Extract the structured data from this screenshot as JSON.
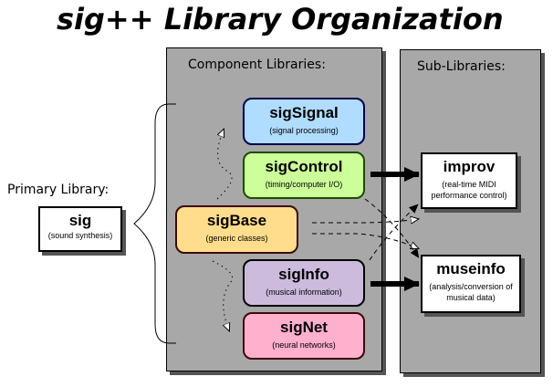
{
  "title": "sig++ Library Organization",
  "primary": {
    "label": "Primary Library:",
    "box": {
      "name": "sig",
      "desc": "(sound synthesis)"
    }
  },
  "component_panel": {
    "label": "Component Libraries:",
    "libraries": [
      {
        "name": "sigSignal",
        "desc": "(signal processing)",
        "fill": "#b0dcff",
        "border": "#000050"
      },
      {
        "name": "sigControl",
        "desc": "(timing/computer I/O)",
        "fill": "#ccff99",
        "border": "#1e4a00"
      },
      {
        "name": "sigBase",
        "desc": "(generic classes)",
        "fill": "#ffdd8c",
        "border": "#3c0a00"
      },
      {
        "name": "sigInfo",
        "desc": "(musical information)",
        "fill": "#ccbbdd",
        "border": "#000000"
      },
      {
        "name": "sigNet",
        "desc": "(neural networks)",
        "fill": "#ffb0cc",
        "border": "#3c0a0a"
      }
    ]
  },
  "sub_panel": {
    "label": "Sub-Libraries:",
    "libraries": [
      {
        "name": "improv",
        "desc_line1": "(real-time MIDI",
        "desc_line2": "performance control)"
      },
      {
        "name": "museinfo",
        "desc_line1": "(analysis/conversion of",
        "desc_line2": "musical data)"
      }
    ]
  },
  "colors": {
    "panel": "#a8a8a8",
    "shadow": "#555555"
  }
}
